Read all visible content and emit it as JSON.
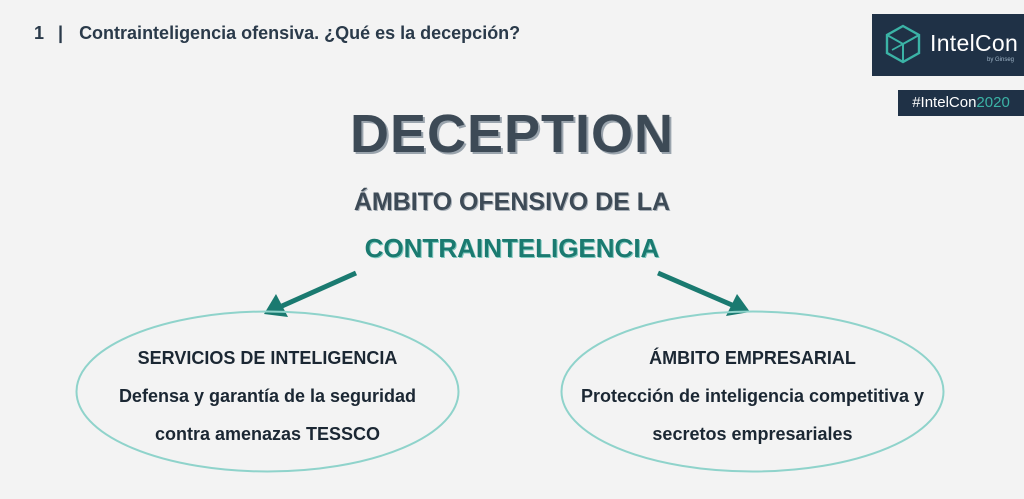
{
  "header": {
    "slide_number": "1",
    "separator": "|",
    "title": "Contrainteligencia ofensiva. ¿Qué es la decepción?"
  },
  "brand": {
    "name": "IntelCon",
    "byline": "by Ginseg",
    "hashtag_prefix": "#IntelCon",
    "hashtag_year": "2020",
    "logo_icon": "cube-icon"
  },
  "main": {
    "title": "DECEPTION",
    "subtitle_line1": "ÁMBITO OFENSIVO DE LA",
    "subtitle_line2": "CONTRAINTELIGENCIA"
  },
  "left_ellipse": {
    "heading": "SERVICIOS DE INTELIGENCIA",
    "line1": "Defensa y garantía de la seguridad",
    "line2": "contra amenazas TESSCO"
  },
  "right_ellipse": {
    "heading": "ÁMBITO EMPRESARIAL",
    "line1": "Protección de inteligencia competitiva y",
    "line2": "secretos empresariales"
  },
  "colors": {
    "accent": "#1a7a70",
    "dark": "#3d4a56",
    "brand_bg": "#1f3146",
    "ellipse_border": "#8fd3cb"
  }
}
